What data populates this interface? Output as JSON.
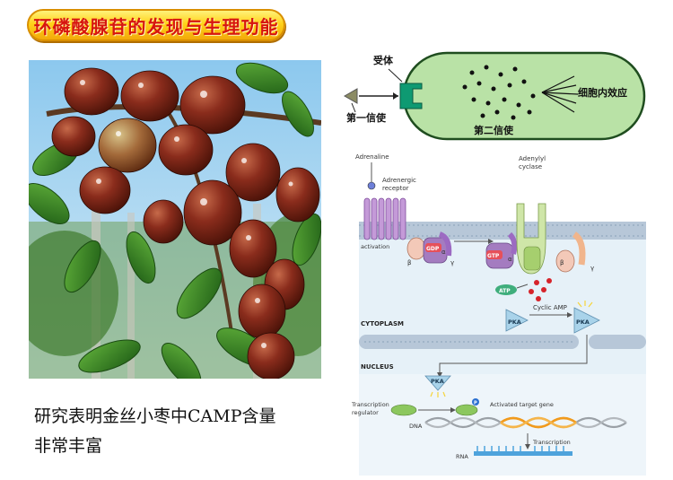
{
  "title": "环磷酸腺苷的发现与生理功能",
  "caption": {
    "line1": "研究表明金丝小枣中CAMP含量",
    "line2": "非常丰富"
  },
  "cell_diagram": {
    "receptor": "受体",
    "first_messenger": "第一信使",
    "second_messenger": "第二信使",
    "intracellular_effect": "细胞内效应"
  },
  "pathway": {
    "adrenaline": "Adrenaline",
    "adrenergic_receptor_line1": "Adrenergic",
    "adrenergic_receptor_line2": "receptor",
    "adenylyl_cyclase_line1": "Adenylyl",
    "adenylyl_cyclase_line2": "cyclase",
    "activation": "activation",
    "gdp": "GDP",
    "gtp": "GTP",
    "alpha": "α",
    "beta": "β",
    "gamma": "γ",
    "atp": "ATP",
    "cyclic_amp": "Cyclic AMP",
    "pka": "PKA",
    "cytoplasm": "CYTOPLASM",
    "nucleus": "NUCLEUS",
    "transcription_regulator_line1": "Transcription",
    "transcription_regulator_line2": "regulator",
    "phospho": "P",
    "dna": "DNA",
    "activated_target_gene": "Activated target gene",
    "transcription": "Transcription",
    "rna": "RNA"
  },
  "colors": {
    "title_red": "#d7150f",
    "banner_yellow": "#ffd21a",
    "cell_fill": "#b9e2a6",
    "membrane_fill": "#b7c7d8",
    "cytoplasm_fill": "#e6f1f8",
    "receptor_purple": "#a47cc0",
    "pka_blue": "#a9d3ea",
    "dna_orange": "#f19a1c"
  }
}
